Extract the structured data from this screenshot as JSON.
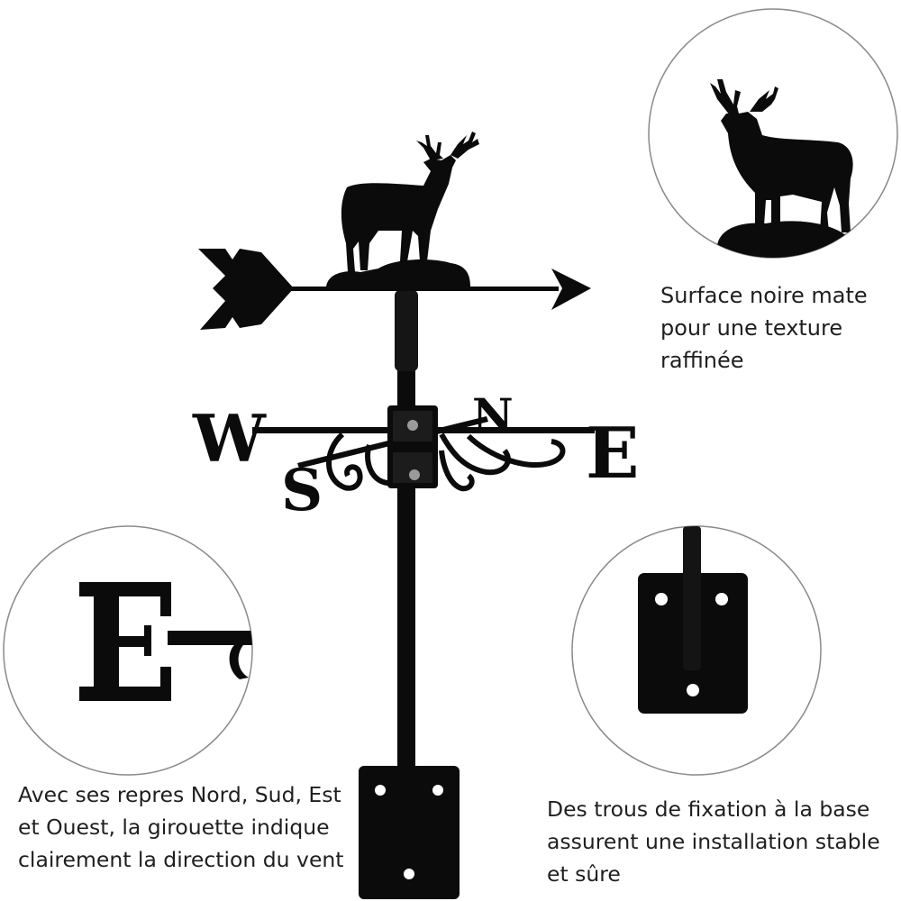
{
  "product": {
    "compass_letters": {
      "north": "N",
      "south": "S",
      "east": "E",
      "west": "W"
    },
    "colors": {
      "metal": "#0b0b0b",
      "background": "#ffffff",
      "circle_border": "#8a8a8a",
      "text": "#1f1f1f"
    }
  },
  "callouts": {
    "finish": {
      "lines": [
        "Surface noire mate",
        "pour une texture",
        "raffinée"
      ]
    },
    "compass": {
      "lines": [
        "Avec ses repres Nord, Sud, Est",
        "et Ouest, la girouette indique",
        "clairement la direction du vent"
      ]
    },
    "mount": {
      "lines": [
        "Des trous de fixation à la base",
        "assurent une installation stable",
        "et sûre"
      ]
    }
  }
}
